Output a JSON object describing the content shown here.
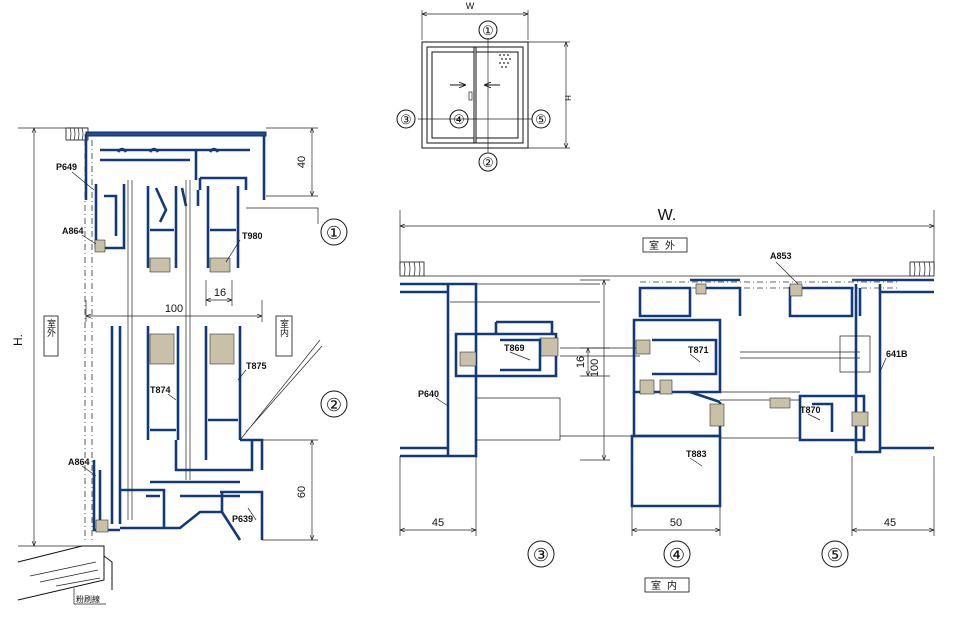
{
  "overview": {
    "width_label": "W",
    "height_label": "H",
    "markers": [
      "①",
      "②",
      "③",
      "④",
      "⑤"
    ]
  },
  "left_section": {
    "height_label": "H.",
    "exterior_label": "室外",
    "interior_label": "室内",
    "marker_top": "①",
    "marker_bottom": "②",
    "dimensions": [
      "40",
      "16",
      "100",
      "60"
    ],
    "part_labels": [
      "P649",
      "A864",
      "T980",
      "T874",
      "T875",
      "A864",
      "P639"
    ],
    "sill_label": "粉刷線"
  },
  "right_section": {
    "width_label": "W.",
    "exterior_label": "室外",
    "interior_label": "室内",
    "markers": [
      "③",
      "④",
      "⑤"
    ],
    "dimensions": [
      "16",
      "100",
      "45",
      "50",
      "45"
    ],
    "part_labels": [
      "A853",
      "T869",
      "T871",
      "P640",
      "641B",
      "T870",
      "T883"
    ]
  },
  "colors": {
    "profile": "#1f4f93",
    "line": "#111111",
    "background": "#ffffff"
  }
}
